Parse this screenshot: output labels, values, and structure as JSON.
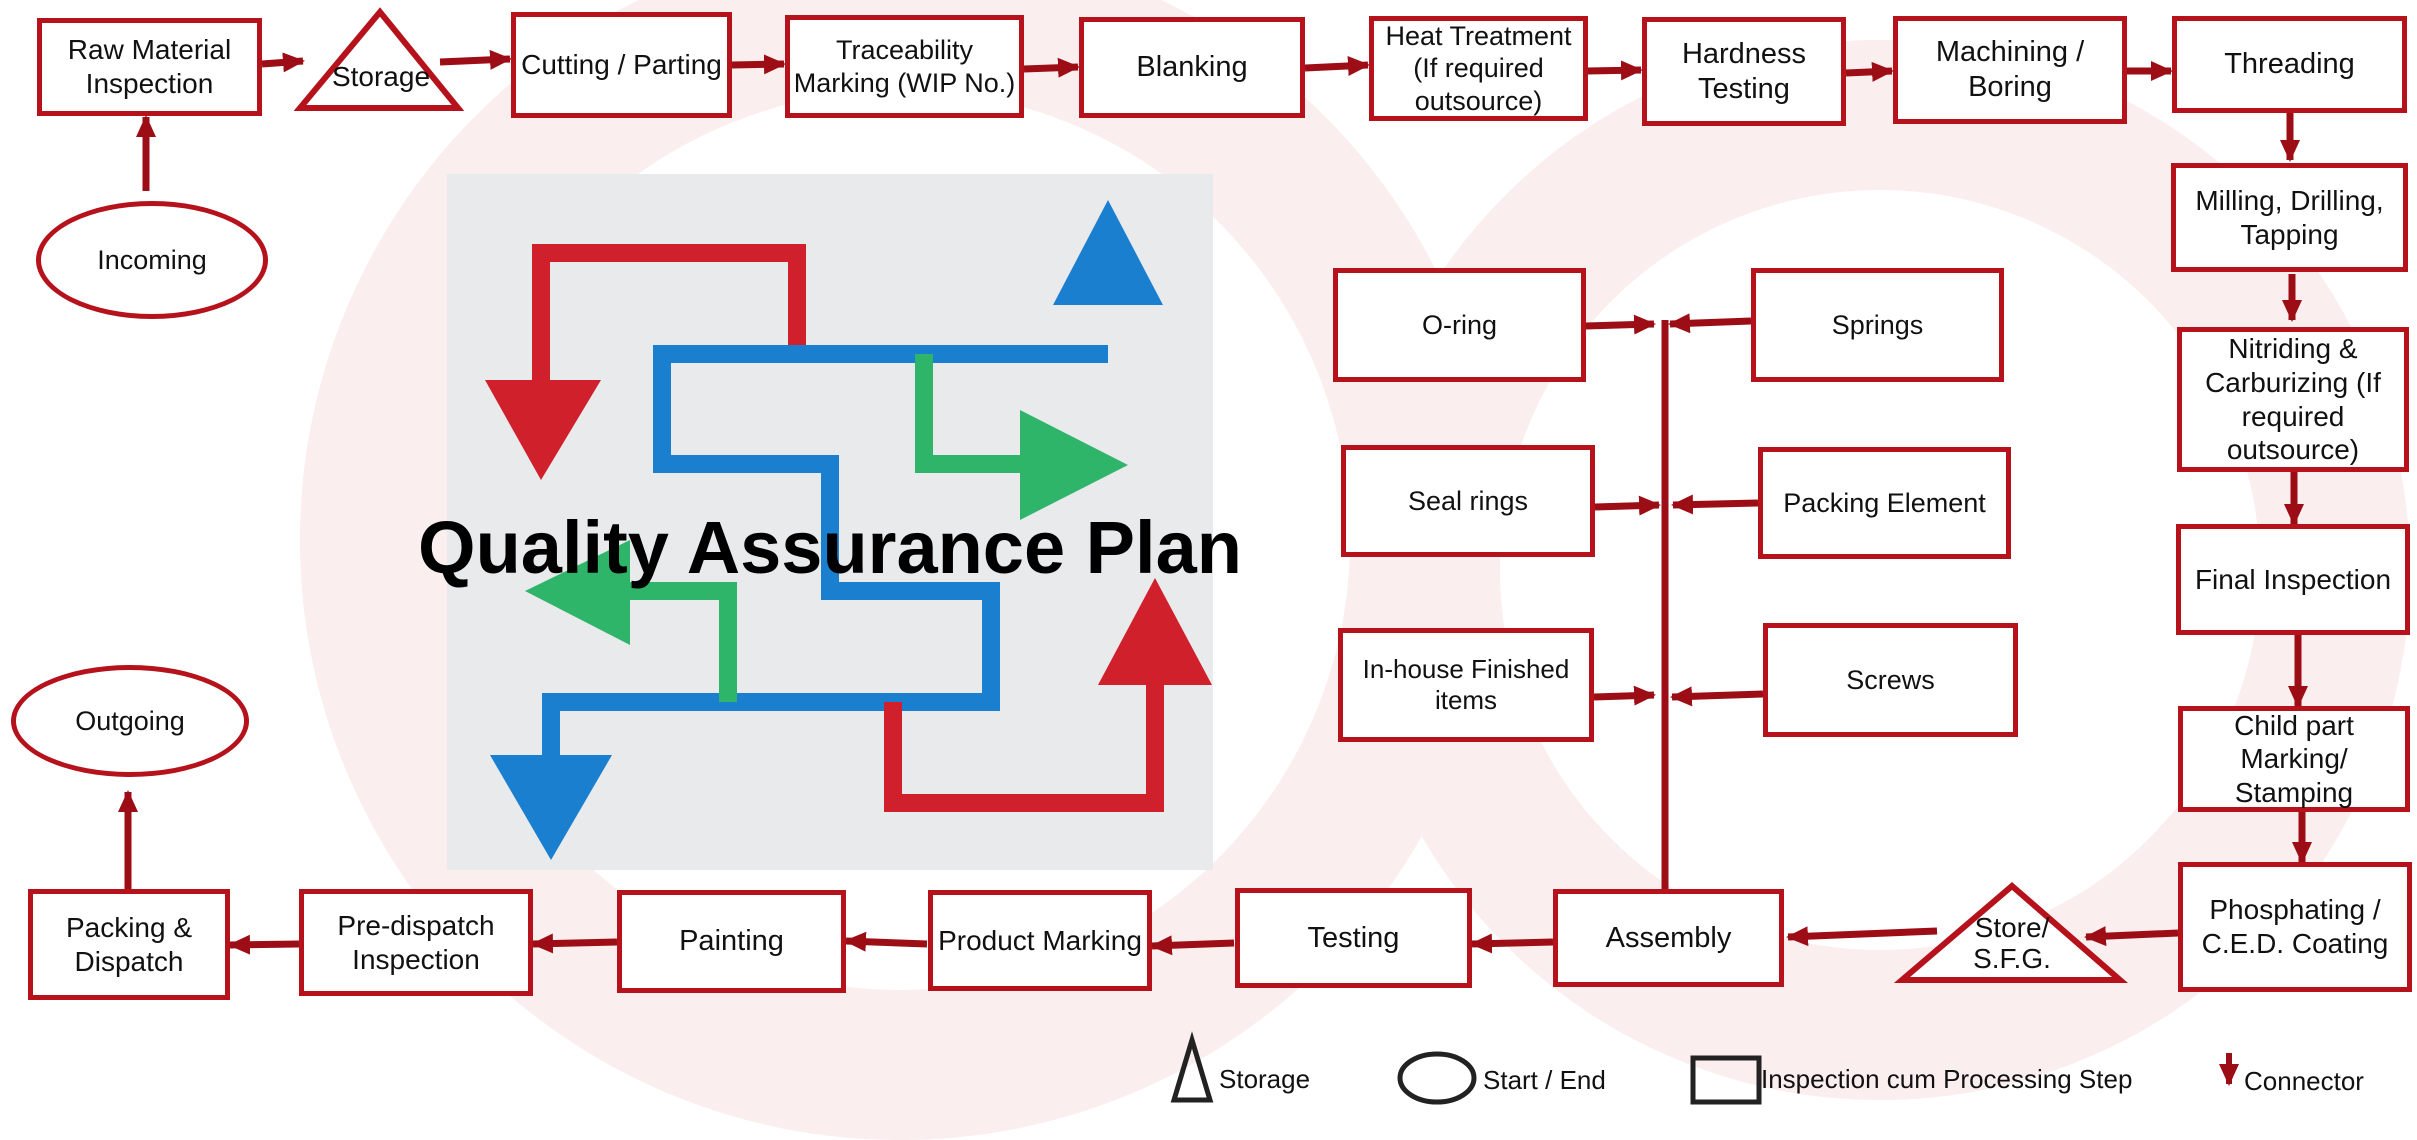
{
  "colors": {
    "accent": "#b5121b",
    "arrow": "#9c0d15",
    "text": "#111111",
    "watermark": "#fbeeee",
    "hero_red": "#d0202c",
    "hero_blue": "#1a7fcf",
    "hero_green": "#2fb56a"
  },
  "top_row": {
    "raw_material_inspection": "Raw Material Inspection",
    "storage": "Storage",
    "cutting": "Cutting / Parting",
    "traceability": "Traceability Marking (WIP No.)",
    "blanking": "Blanking",
    "heat_treatment": "Heat Treatment (If required outsource)",
    "hardness_testing": "Hardness Testing",
    "machining": "Machining / Boring",
    "threading": "Threading"
  },
  "right_column": {
    "milling": "Milling, Drilling, Tapping",
    "nitriding": "Nitriding & Carburizing (If required outsource)",
    "final_inspection": "Final Inspection",
    "child_part": "Child part Marking/ Stamping",
    "phosphating": "Phosphating / C.E.D. Coating"
  },
  "bottom_row": {
    "store_sfg": "Store/ S.F.G.",
    "assembly": "Assembly",
    "testing": "Testing",
    "product_marking": "Product Marking",
    "painting": "Painting",
    "pre_dispatch": "Pre-dispatch Inspection",
    "packing": "Packing & Dispatch"
  },
  "terminals": {
    "incoming": "Incoming",
    "outgoing": "Outgoing"
  },
  "components": {
    "o_ring": "O-ring",
    "springs": "Springs",
    "seal_rings": "Seal rings",
    "packing_element": "Packing Element",
    "inhouse": "In-house Finished items",
    "screws": "Screws"
  },
  "hero": {
    "title": "Quality Assurance Plan"
  },
  "legend": {
    "storage": "Storage",
    "start_end": "Start / End",
    "inspection": "Inspection cum Processing Step",
    "connector": "Connector"
  }
}
